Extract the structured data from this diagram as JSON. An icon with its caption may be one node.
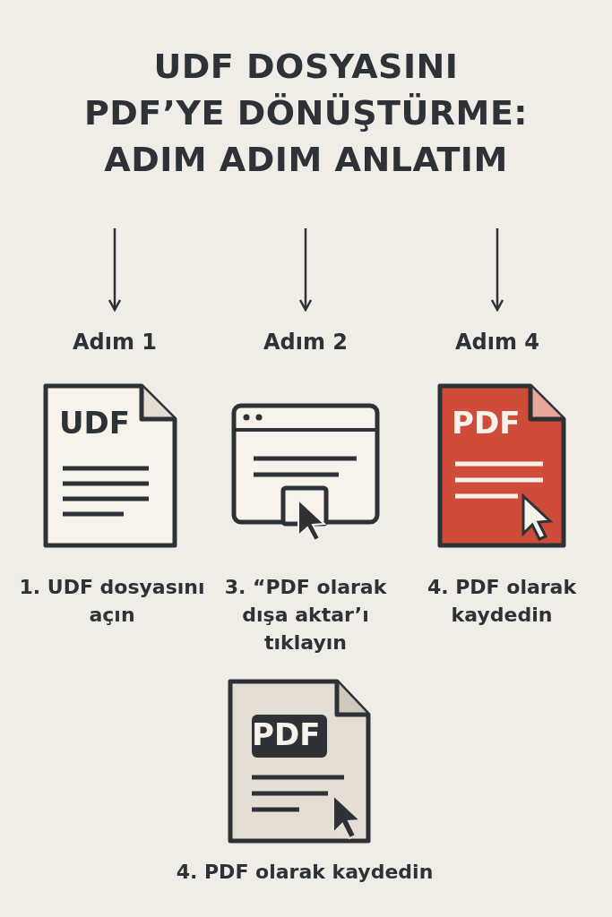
{
  "diagram": {
    "title": "UDF DOSYASINI PDF’YE DÖNÜŞTÜRME: ADIM ADIM ANLATIM",
    "nodes": [
      {
        "text": [
          "Adım 1"
        ]
      },
      {
        "text": [
          "Adım 2"
        ]
      },
      {
        "text": [
          "Adım 4"
        ]
      },
      {
        "text": [
          "UDF"
        ],
        "beside": [
          "1. UDF dosyasını açın"
        ]
      },
      {
        "text": [],
        "shape": "picture",
        "beside": [
          "3. “PDF olarak dışa aktar’ı tıklayın"
        ]
      },
      {
        "text": [
          "PDF"
        ],
        "beside": [
          "4. PDF olarak kaydedin"
        ]
      },
      {
        "text": [
          "PDF"
        ],
        "beside": [
          "4. PDF olarak kaydedin"
        ]
      }
    ],
    "edges": [
      {
        "from": null,
        "to": 0,
        "arrow": "to"
      },
      {
        "from": null,
        "to": 1,
        "arrow": "to"
      },
      {
        "from": null,
        "to": 2,
        "arrow": "to"
      }
    ]
  }
}
